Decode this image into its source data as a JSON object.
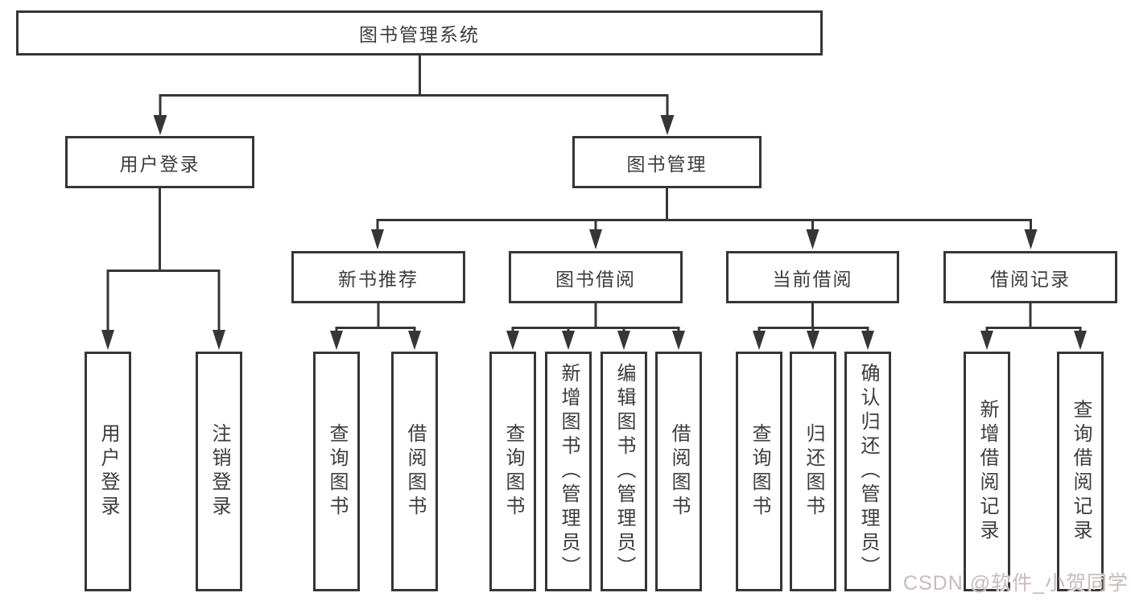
{
  "diagram": {
    "root": {
      "label": "图书管理系统"
    },
    "level2": [
      {
        "label": "用户登录",
        "children": [
          {
            "label": "用户登录"
          },
          {
            "label": "注销登录"
          }
        ]
      },
      {
        "label": "图书管理",
        "children": [
          {
            "label": "新书推荐",
            "children": [
              {
                "label": "查询图书"
              },
              {
                "label": "借阅图书"
              }
            ]
          },
          {
            "label": "图书借阅",
            "children": [
              {
                "label": "查询图书"
              },
              {
                "label": "新增图书（管理员）"
              },
              {
                "label": "编辑图书（管理员）"
              },
              {
                "label": "借阅图书"
              }
            ]
          },
          {
            "label": "当前借阅",
            "children": [
              {
                "label": "查询图书"
              },
              {
                "label": "归还图书"
              },
              {
                "label": "确认归还（管理员）"
              }
            ]
          },
          {
            "label": "借阅记录",
            "children": [
              {
                "label": "新增借阅记录"
              },
              {
                "label": "查询借阅记录"
              }
            ]
          }
        ]
      }
    ]
  },
  "watermark": {
    "text": "CSDN @软件_小贺同学"
  },
  "colors": {
    "line": "#363636",
    "box_border": "#363636",
    "box_background": "#ffffff",
    "text": "#3c3c3c",
    "watermark": "#c9baba",
    "page_background": "#ffffff"
  }
}
